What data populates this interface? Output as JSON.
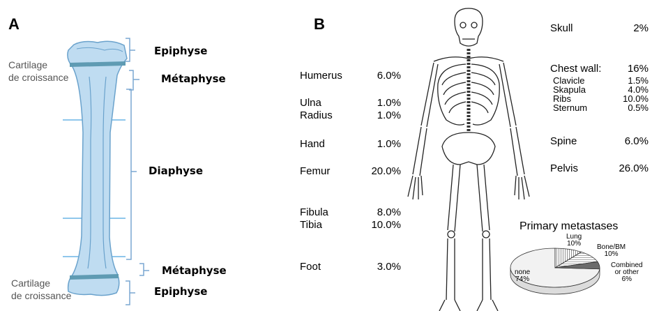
{
  "panel_a": {
    "letter": "A",
    "labels": {
      "epiphyse_top": "Epiphyse",
      "metaphyse_top": "Métaphyse",
      "diaphyse": "Diaphyse",
      "metaphyse_bottom": "Métaphyse",
      "epiphyse_bottom": "Epiphyse"
    },
    "cartilage_top": [
      "Cartilage",
      "de croissance"
    ],
    "cartilage_bottom": [
      "Cartilage",
      "de croissance"
    ],
    "colors": {
      "bone": "#bfdcf1",
      "bone_edge": "#6aa2cc",
      "plate": "#5f9bb3",
      "bracket": "#7aa7d2",
      "line": "#8fc7ec"
    }
  },
  "panel_b": {
    "letter": "B",
    "left_stats": [
      {
        "name": "Humerus",
        "value": "6.0%"
      },
      {
        "name": "Ulna",
        "value": "1.0%"
      },
      {
        "name": "Radius",
        "value": "1.0%"
      },
      {
        "name": "Hand",
        "value": "1.0%"
      },
      {
        "name": "Femur",
        "value": "20.0%"
      },
      {
        "name": "Fibula",
        "value": "8.0%"
      },
      {
        "name": "Tibia",
        "value": "10.0%"
      },
      {
        "name": "Foot",
        "value": "3.0%"
      }
    ],
    "right_stats": {
      "skull": {
        "name": "Skull",
        "value": "2%"
      },
      "chest_wall": {
        "name": "Chest wall:",
        "value": "16%"
      },
      "chest_sub": [
        {
          "name": "Clavicle",
          "value": "1.5%"
        },
        {
          "name": "Skapula",
          "value": "4.0%"
        },
        {
          "name": "Ribs",
          "value": "10.0%"
        },
        {
          "name": "Sternum",
          "value": "0.5%"
        }
      ],
      "spine": {
        "name": "Spine",
        "value": "6.0%"
      },
      "pelvis": {
        "name": "Pelvis",
        "value": "26.0%"
      }
    },
    "pie": {
      "title": "Primary metastases",
      "slices": [
        {
          "name": "none",
          "value": 74,
          "label": "74%"
        },
        {
          "name": "Lung",
          "value": 10,
          "label": "10%"
        },
        {
          "name": "Bone/BM",
          "value": 10,
          "label": "10%"
        },
        {
          "name": "Combined",
          "name2": "or other",
          "value": 6,
          "label": "6%"
        }
      ]
    }
  }
}
